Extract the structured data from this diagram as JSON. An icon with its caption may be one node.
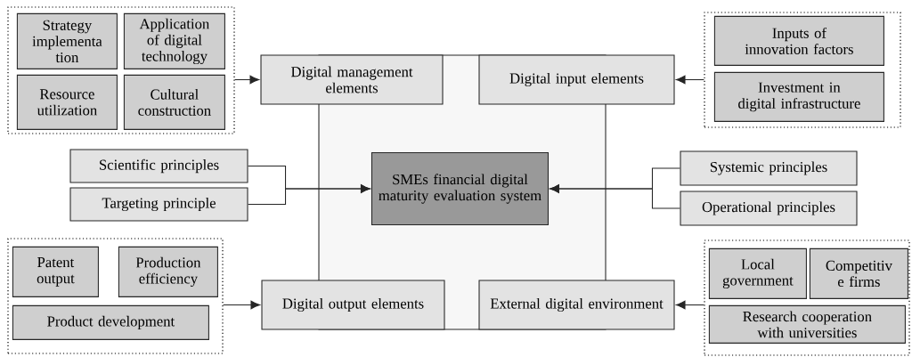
{
  "diagram": {
    "nodes": [
      {
        "text": [],
        "shape": "box"
      },
      {
        "text": [],
        "shape": "box"
      },
      {
        "text": [
          "Strategy implementa tion"
        ],
        "in": 1
      },
      {
        "text": [
          "Application of digital technology"
        ],
        "in": 1
      },
      {
        "text": [
          "Resource utilization"
        ],
        "in": 1
      },
      {
        "text": [
          "Cultural construction"
        ],
        "in": 1
      },
      {
        "text": [
          "Digital management elements"
        ]
      },
      {
        "text": [
          "Digital input elements"
        ]
      },
      {
        "text": [],
        "shape": "box"
      },
      {
        "text": [
          "Inputs of innovation factors"
        ],
        "in": 8
      },
      {
        "text": [
          "Investment in digital infrastructure"
        ],
        "in": 8
      },
      {
        "text": [
          "SMEs financial digital maturity evaluation system"
        ],
        "in": 0
      },
      {
        "text": [
          "Scientific principles"
        ]
      },
      {
        "text": [
          "Targeting principle"
        ]
      },
      {
        "text": [
          "Systemic principles"
        ]
      },
      {
        "text": [
          "Operational principles"
        ]
      },
      {
        "text": [],
        "shape": "box"
      },
      {
        "text": [
          "Patent output"
        ],
        "in": 16
      },
      {
        "text": [
          "Production efficiency"
        ],
        "in": 16
      },
      {
        "text": [
          "Product development"
        ],
        "in": 16
      },
      {
        "text": [
          "Digital output elements"
        ]
      },
      {
        "text": [
          "External digital environment"
        ]
      },
      {
        "text": [],
        "shape": "box"
      },
      {
        "text": [
          "Local government"
        ],
        "in": 22
      },
      {
        "text": [
          "Competitiv e firms"
        ],
        "in": 22
      },
      {
        "text": [
          "Research cooperation with universities"
        ],
        "in": 22
      }
    ],
    "edges": [
      {
        "from": 1,
        "to": 6,
        "arrow": "to"
      },
      {
        "from": 8,
        "to": 7,
        "arrow": "to"
      },
      {
        "from": 12,
        "to": 11,
        "arrow": "to"
      },
      {
        "from": 13,
        "to": 11,
        "arrow": "to"
      },
      {
        "from": 14,
        "to": 11,
        "arrow": "to"
      },
      {
        "from": 15,
        "to": 11,
        "arrow": "to"
      },
      {
        "from": 16,
        "to": 20,
        "arrow": "to"
      },
      {
        "from": 22,
        "to": 21,
        "arrow": "to"
      }
    ]
  }
}
